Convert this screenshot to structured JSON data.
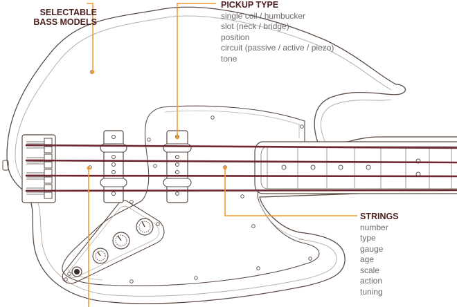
{
  "colors": {
    "outline": "#5a4a42",
    "accent": "#f29a2e",
    "string": "#6e2630",
    "label_title": "#4a1e1e",
    "label_text": "#6a6a6a"
  },
  "callouts": {
    "bass_models": {
      "title_line1": "SELECTABLE",
      "title_line2": "BASS MODELS"
    },
    "pickup_type": {
      "title": "PICKUP TYPE",
      "items": [
        "single coil / humbucker",
        "slot (neck / bridge)",
        "position",
        "circuit (passive / active / piezo)",
        "tone"
      ]
    },
    "strings": {
      "title": "STRINGS",
      "items": [
        "number",
        "type",
        "gauge",
        "age",
        "scale",
        "action",
        "tuning"
      ]
    }
  }
}
